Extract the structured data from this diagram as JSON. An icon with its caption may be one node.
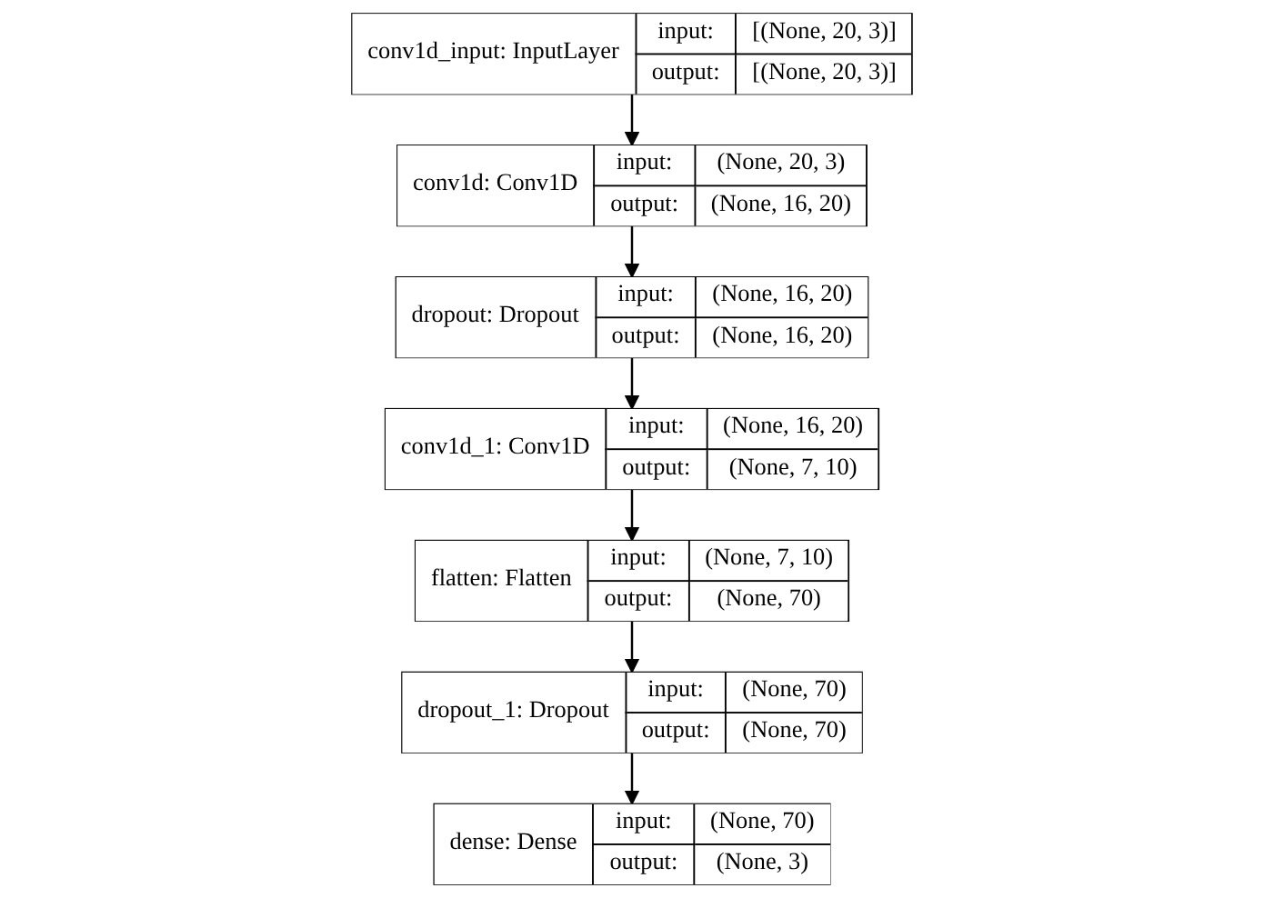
{
  "diagram": {
    "nodes": [
      {
        "text": [
          "conv1d_input: InputLayer",
          "input:",
          "[(None, 20, 3)]",
          "output:",
          "[(None, 20, 3)]"
        ]
      },
      {
        "text": [
          "conv1d: Conv1D",
          "input:",
          "(None, 20, 3)",
          "output:",
          "(None, 16, 20)"
        ]
      },
      {
        "text": [
          "dropout: Dropout",
          "input:",
          "(None, 16, 20)",
          "output:",
          "(None, 16, 20)"
        ]
      },
      {
        "text": [
          "conv1d_1: Conv1D",
          "input:",
          "(None, 16, 20)",
          "output:",
          "(None, 7, 10)"
        ]
      },
      {
        "text": [
          "flatten: Flatten",
          "input:",
          "(None, 7, 10)",
          "output:",
          "(None, 70)"
        ]
      },
      {
        "text": [
          "dropout_1: Dropout",
          "input:",
          "(None, 70)",
          "output:",
          "(None, 70)"
        ]
      },
      {
        "text": [
          "dense: Dense",
          "input:",
          "(None, 70)",
          "output:",
          "(None, 3)"
        ]
      }
    ],
    "edges": [
      {
        "from": 0,
        "to": 1,
        "arrow": "to"
      },
      {
        "from": 1,
        "to": 2,
        "arrow": "to"
      },
      {
        "from": 2,
        "to": 3,
        "arrow": "to"
      },
      {
        "from": 3,
        "to": 4,
        "arrow": "to"
      },
      {
        "from": 4,
        "to": 5,
        "arrow": "to"
      },
      {
        "from": 5,
        "to": 6,
        "arrow": "to"
      }
    ]
  }
}
